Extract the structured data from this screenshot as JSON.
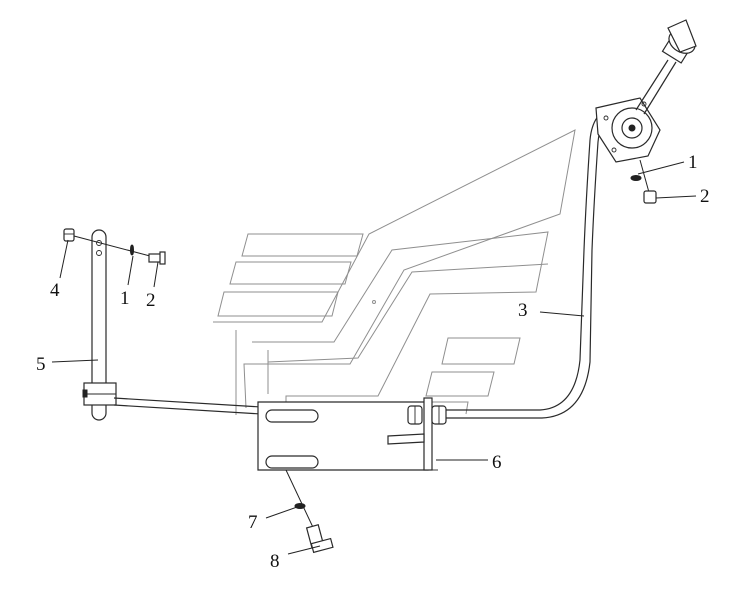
{
  "diagram": {
    "type": "exploded-parts-diagram",
    "colors": {
      "line": "#2a2a2a",
      "watermark": "#8f8f8f",
      "text": "#111111",
      "background": "#ffffff"
    },
    "callouts": [
      {
        "id": "c1",
        "label": "1"
      },
      {
        "id": "c2",
        "label": "2"
      },
      {
        "id": "c3",
        "label": "4"
      },
      {
        "id": "c4",
        "label": "1"
      },
      {
        "id": "c5",
        "label": "2"
      },
      {
        "id": "c6",
        "label": "3"
      },
      {
        "id": "c7",
        "label": "5"
      },
      {
        "id": "c8",
        "label": "6"
      },
      {
        "id": "c9",
        "label": "7"
      },
      {
        "id": "c10",
        "label": "8"
      }
    ]
  }
}
